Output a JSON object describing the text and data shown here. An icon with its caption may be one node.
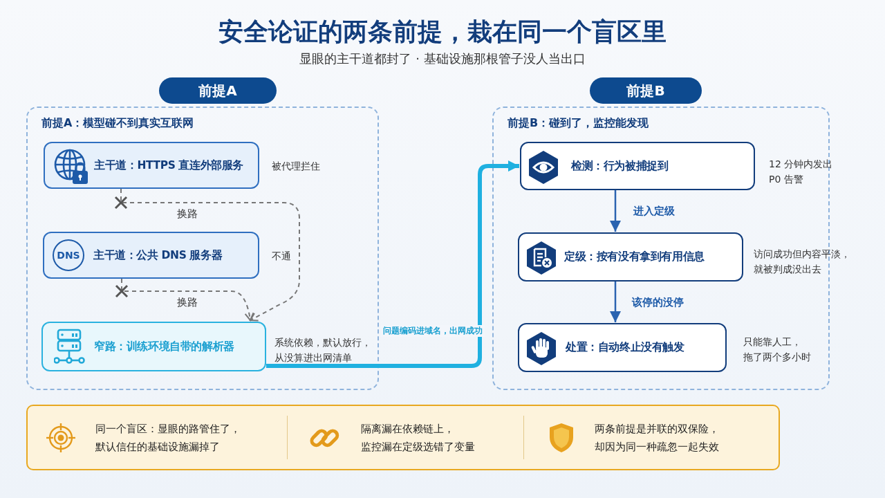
{
  "diagram": {
    "title": "安全论证的两条前提，栽在同一个盲区里",
    "nodes": [
      {
        "text": [
          "前提A"
        ]
      },
      {
        "text": [
          "前提A：模型碰不到真实互联网"
        ]
      },
      {
        "text": [
          "主干道：HTTPS 直连外部服务"
        ],
        "in": 1,
        "beside": [
          "被代理拦住"
        ]
      },
      {
        "text": [
          "DNS",
          "主干道：公共 DNS 服务器"
        ],
        "in": 1,
        "beside": [
          "不通"
        ]
      },
      {
        "text": [
          "窄路：训练环境自带的解析器"
        ],
        "in": 1,
        "beside": [
          "系统依赖，默认放行，从没算进出网清单"
        ]
      },
      {
        "text": [
          "前提B"
        ]
      },
      {
        "text": [
          "前提B：碰到了，监控能发现"
        ]
      },
      {
        "text": [
          "检测：行为被捕捉到"
        ],
        "in": 6,
        "beside": [
          "12 分钟内发出 P0 告警"
        ]
      },
      {
        "text": [
          "定级：按有没有拿到有用信息"
        ],
        "in": 6,
        "beside": [
          "访问成功但内容平淡，就被判成没出去"
        ]
      },
      {
        "text": [
          "处置：自动终止没有触发"
        ],
        "in": 6,
        "beside": [
          "只能靠人工，拖了两个多小时"
        ]
      },
      {
        "text": [
          "同一个盲区：显眼的路管住了，默认信任的基础设施漏掉了",
          "隔离漏在依赖链上，监控漏在定级选错了变量",
          "两条前提是并联的双保险，却因为同一种疏忽一起失效"
        ]
      }
    ],
    "edges": [
      {
        "from": 2,
        "to": 4,
        "arrow": "to",
        "label": "换路",
        "style": "dashed",
        "color": "#777777"
      },
      {
        "from": 3,
        "to": 4,
        "arrow": "to",
        "label": "换路",
        "style": "dashed",
        "color": "#777777"
      },
      {
        "from": 4,
        "to": 7,
        "arrow": "to",
        "label": "问题编码进域名，出网成功",
        "style": "thick",
        "color": "#1fb0e0"
      },
      {
        "from": 7,
        "to": 8,
        "arrow": "to",
        "label": "进入定级"
      },
      {
        "from": 8,
        "to": 9,
        "arrow": "to",
        "label": "该停的没停"
      }
    ],
    "labels": [
      "显眼的主干道都封了 · 基础设施那根管子没人当出口"
    ]
  }
}
